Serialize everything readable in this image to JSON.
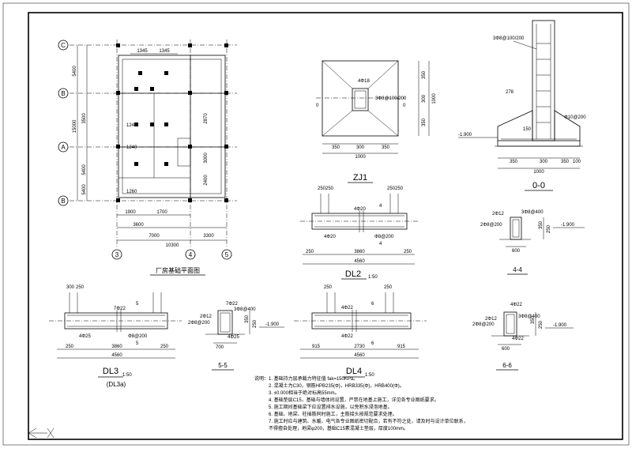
{
  "plan": {
    "title": "厂房基础平面图",
    "rows": [
      "C",
      "B",
      "A",
      "B"
    ],
    "cols": [
      "3",
      "4",
      "5"
    ],
    "dims_left": [
      "5400",
      "3500",
      "5400",
      "5400",
      "15000"
    ],
    "dims_bottom_overall": "10300",
    "dims_bottom": [
      "7000",
      "3300"
    ],
    "dims_bottom_inner": [
      "3600",
      "1900",
      "1700"
    ],
    "dims_top": [
      "1345",
      "1345"
    ],
    "dims_inner": [
      "1240",
      "1260",
      "1240",
      "3000",
      "2870",
      "2400"
    ]
  },
  "zj1": {
    "title": "ZJ1",
    "rebar_center": "4Φ18",
    "rebar_side": "3Φ8@100/200",
    "dims_bottom": [
      "350",
      "300",
      "350"
    ],
    "total": "1000",
    "dims_right": [
      "350",
      "300",
      "350",
      "1000"
    ]
  },
  "sec00": {
    "title": "0-0",
    "stirrup": "3Φ8@100/200",
    "dim_278": "278",
    "bottom_rebar": "Φ10@200",
    "elev": "-1.900",
    "dim_150": "150",
    "dims_bottom": [
      "350",
      "300",
      "350",
      "100"
    ],
    "total": "1000"
  },
  "dl2": {
    "title": "DL2",
    "scale": "1:50",
    "top_rebar": "4Φ20",
    "bot_rebar": "4Φ20",
    "stirrup": "Φ8@200",
    "dims_top": [
      "250",
      "250",
      "250",
      "250"
    ],
    "dims_bottom": [
      "250",
      "3860",
      "250"
    ],
    "total": "4560",
    "cut_label": "4"
  },
  "dl3": {
    "title": "DL3",
    "alt": "(DL3a)",
    "scale": "1:50",
    "top_rebar": "7Φ22",
    "bot_rebar": "4Φ25",
    "stirrup": "Φ8@200",
    "dims_top": [
      "300",
      "250"
    ],
    "dims_bottom": [
      "250",
      "3860",
      "250"
    ],
    "total": "4560",
    "cut_label": "5"
  },
  "dl4": {
    "title": "DL4",
    "scale": "1:50",
    "top_rebar": "4Φ22",
    "bot_rebar": "4Φ22",
    "dims_top": [
      "250",
      "250"
    ],
    "dims_bottom": [
      "915",
      "2730",
      "915"
    ],
    "total": "4560",
    "cut_label": "6"
  },
  "s44": {
    "title": "4-4",
    "top": "2Φ12",
    "side": "2Φ8@200",
    "right": "3Φ8@400",
    "elev": "-1.900",
    "width": "600",
    "h": [
      "350",
      "250"
    ]
  },
  "s55": {
    "title": "5-5",
    "top": "7Φ22",
    "left": "2Φ12",
    "side": "2Φ8@200",
    "right": "3Φ8@400",
    "bottom": "4Φ25",
    "elev": "-1.900",
    "width": "700",
    "h": [
      "350",
      "250"
    ]
  },
  "s66": {
    "title": "6-6",
    "top": "4Φ22",
    "left": "2Φ12",
    "side": "2Φ8@200",
    "right": "3Φ8@400",
    "bottom": "4Φ22",
    "elev": "-1.900",
    "width": "600",
    "h": [
      "350",
      "250"
    ]
  },
  "notes": {
    "heading": "说明：",
    "lines": [
      "1. 基础持力层承载力特征值 fak=150KPa。",
      "2. 混凝土为C30，钢筋HPB235(Φ)，HRB335(Φ)，HRB400(Φ)。",
      "3. ±0.000相当于绝对标高55mm。",
      "4. 基础垫层C15，基础与墙体间设置，严禁在地基上施工，详见各专业图纸要求。",
      "5. 施工期间基础梁下应设置排水设施，以免积水浸泡地基。",
      "6. 基础、地梁、柱插筋同时施工，主筋接头按规范要求处理。",
      "7. 施工时应与建筑、水暖、电气各专业图纸密切配合，若有不符之处，请及时与设计单位联系，",
      "   不得擅自处理，地梁φ200，基础C15素混凝土垫层，厚度100mm。"
    ]
  }
}
